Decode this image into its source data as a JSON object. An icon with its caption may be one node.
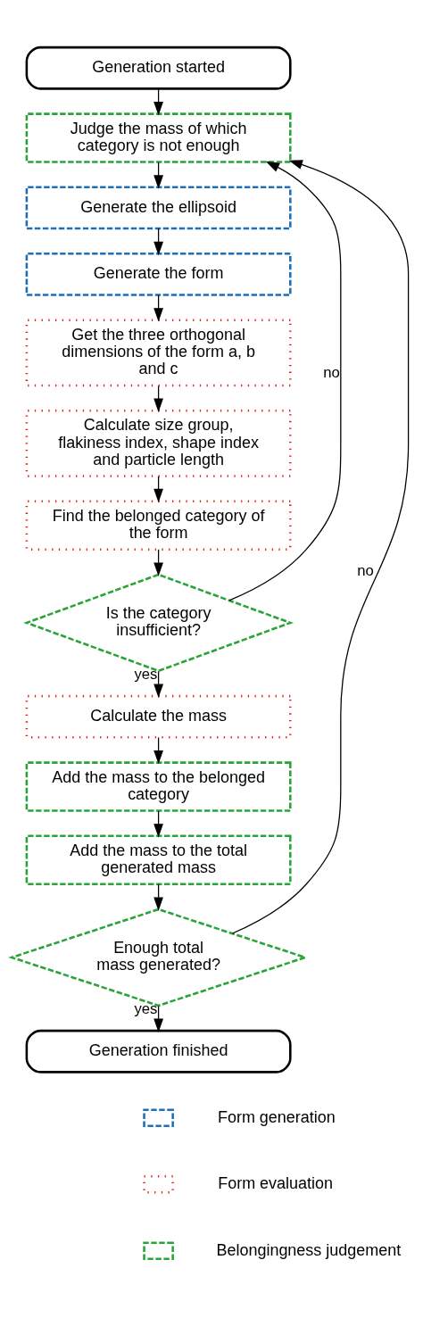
{
  "diagram": {
    "nodes": [
      {
        "text": [
          "Generation started"
        ]
      },
      {
        "text": [
          "Judge the mass of which category is not enough"
        ]
      },
      {
        "text": [
          "Generate the ellipsoid"
        ]
      },
      {
        "text": [
          "Generate the form"
        ]
      },
      {
        "text": [
          "Get the three orthogonal dimensions of the form a, b and c"
        ]
      },
      {
        "text": [
          "Calculate size group, flakiness index, shape index and particle length"
        ]
      },
      {
        "text": [
          "Find the belonged category of the form"
        ]
      },
      {
        "text": [
          "Is the category insufficient?"
        ]
      },
      {
        "text": [
          "Calculate the mass"
        ]
      },
      {
        "text": [
          "Add the mass to the belonged category"
        ]
      },
      {
        "text": [
          "Add the mass to the total generated mass"
        ]
      },
      {
        "text": [
          "Enough total mass generated?"
        ]
      },
      {
        "text": [
          "Generation finished"
        ]
      }
    ],
    "edges": [
      {
        "from": 0,
        "to": 1,
        "arrow": "to"
      },
      {
        "from": 1,
        "to": 2,
        "arrow": "to"
      },
      {
        "from": 2,
        "to": 3,
        "arrow": "to"
      },
      {
        "from": 3,
        "to": 4,
        "arrow": "to"
      },
      {
        "from": 4,
        "to": 5,
        "arrow": "to"
      },
      {
        "from": 5,
        "to": 6,
        "arrow": "to"
      },
      {
        "from": 6,
        "to": 7,
        "arrow": "to"
      },
      {
        "from": 7,
        "to": 1,
        "arrow": "to",
        "label": "no"
      },
      {
        "from": 7,
        "to": 8,
        "arrow": "to",
        "label": "yes"
      },
      {
        "from": 8,
        "to": 9,
        "arrow": "to"
      },
      {
        "from": 9,
        "to": 10,
        "arrow": "to"
      },
      {
        "from": 10,
        "to": 11,
        "arrow": "to"
      },
      {
        "from": 11,
        "to": 1,
        "arrow": "to",
        "label": "no"
      },
      {
        "from": 11,
        "to": 12,
        "arrow": "to",
        "label": "yes"
      }
    ],
    "legend": [
      {
        "text": "Form generation"
      },
      {
        "text": "Form evaluation"
      },
      {
        "text": "Belongingness judgement"
      }
    ]
  }
}
